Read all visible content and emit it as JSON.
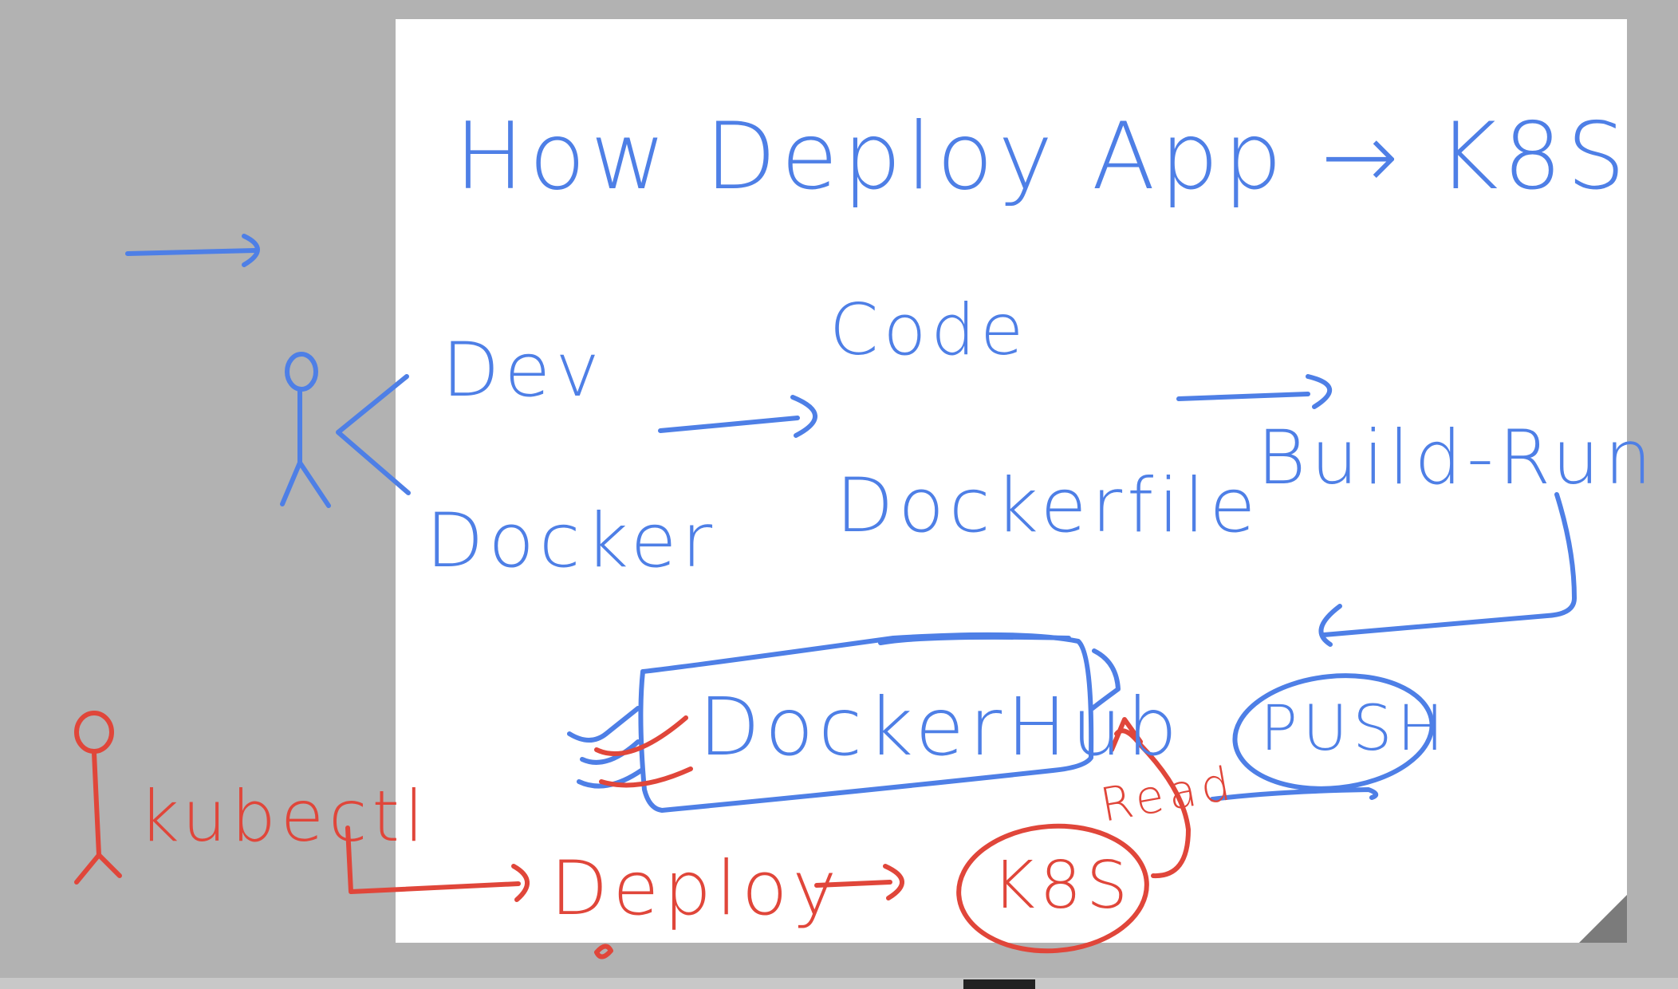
{
  "colors": {
    "background": "#b2b2b2",
    "page": "#ffffff",
    "blue_ink": "#4e7fe6",
    "red_ink": "#e0463a",
    "page_curl": "#7b7b7b"
  },
  "labels": {
    "title": "How Deploy App → K8S",
    "dev": "Dev",
    "docker": "Docker",
    "code": "Code",
    "dockerfile": "Dockerfile",
    "build_run": "Build-Run",
    "docker_hub": "DockerHub",
    "push": "PUSH",
    "read": "Read",
    "kubectl": "kubectl",
    "deploy": "Deploy",
    "k8s": "K8S"
  }
}
